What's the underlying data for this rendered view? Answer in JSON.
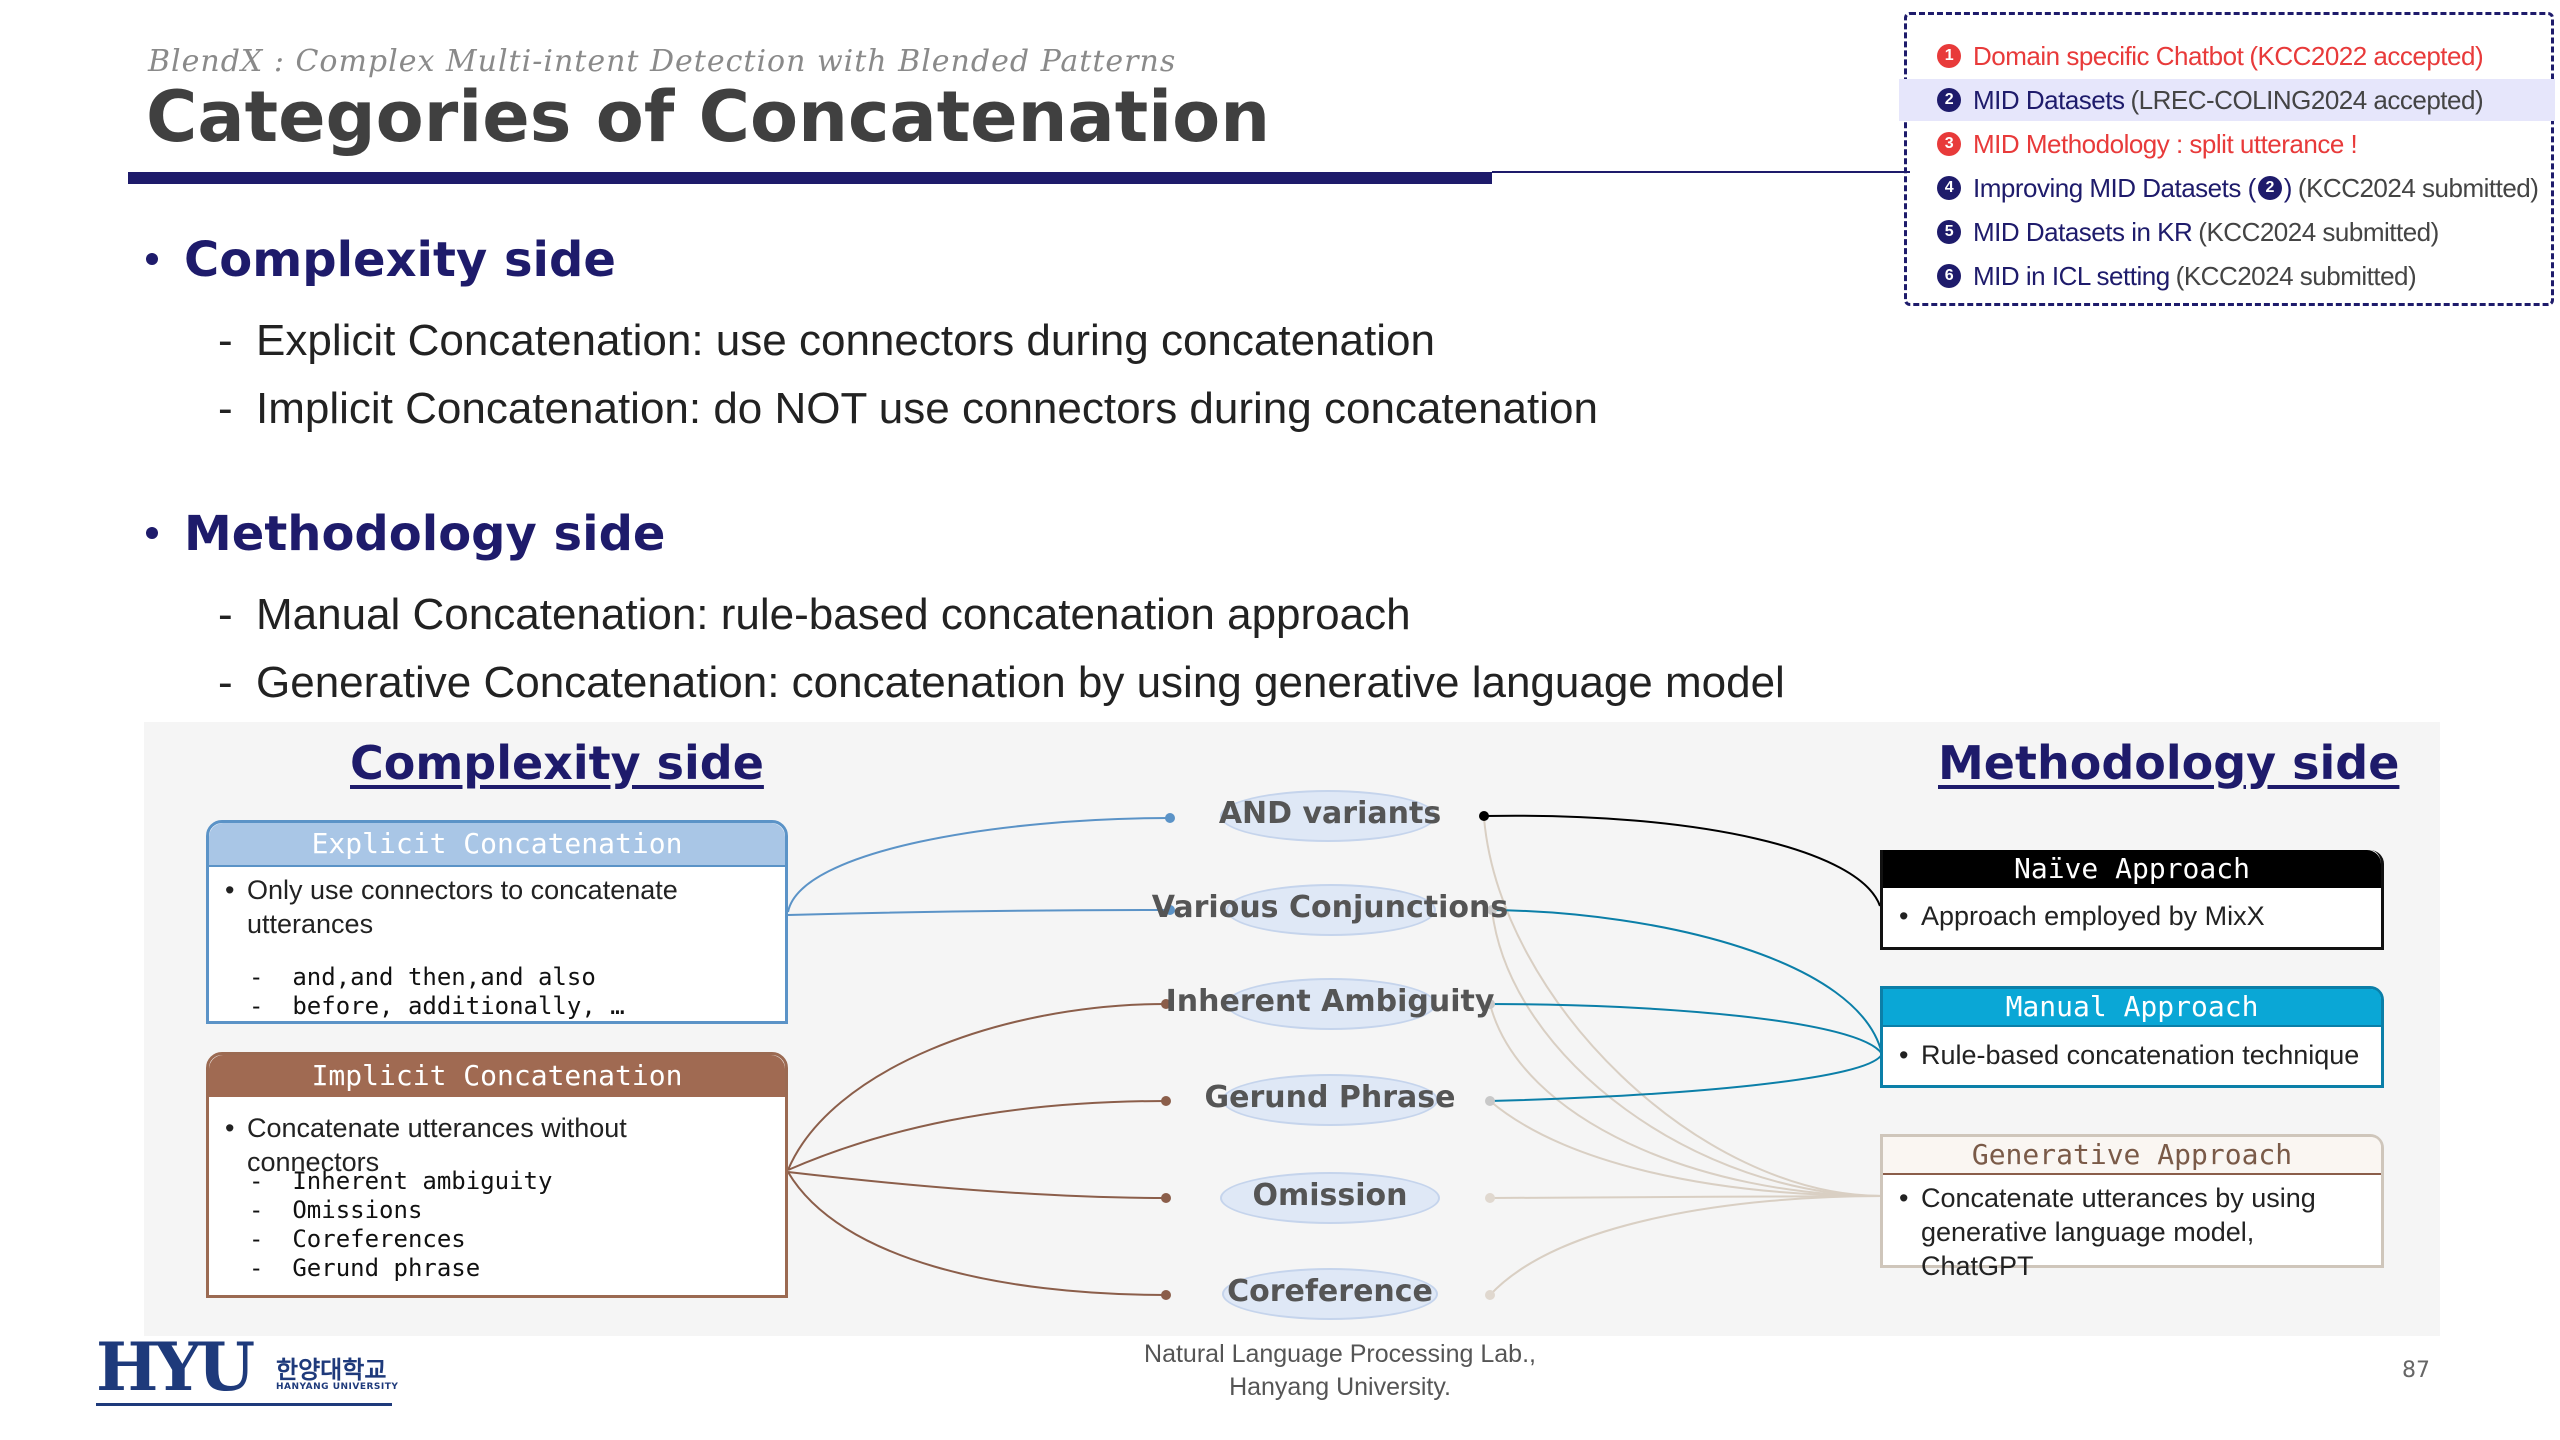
{
  "header": {
    "subtitle": "BlendX : Complex Multi-intent Detection with Blended Patterns",
    "title": "Categories of Concatenation"
  },
  "roadmap": [
    {
      "num": "1",
      "main": "Domain specific Chatbot",
      "note": "(KCC2022 accepted)",
      "style": "red",
      "highlight": false
    },
    {
      "num": "2",
      "main": "MID Datasets",
      "note": "(LREC-COLING2024 accepted)",
      "style": "navy",
      "highlight": true
    },
    {
      "num": "3",
      "main": "MID Methodology : split utterance !",
      "note": "",
      "style": "red",
      "highlight": false
    },
    {
      "num": "4",
      "main": "Improving MID Datasets (",
      "inline_num": "2",
      "main_after": ")",
      "note": "(KCC2024 submitted)",
      "style": "navy",
      "highlight": false
    },
    {
      "num": "5",
      "main": "MID Datasets in KR",
      "note": "(KCC2024 submitted)",
      "style": "navy",
      "highlight": false
    },
    {
      "num": "6",
      "main": "MID in ICL setting",
      "note": "(KCC2024 submitted)",
      "style": "navy",
      "highlight": false
    }
  ],
  "bullets": {
    "complexity": {
      "heading": "Complexity side",
      "items": [
        "Explicit Concatenation: use connectors during concatenation",
        "Implicit Concatenation: do NOT use connectors during concatenation"
      ]
    },
    "methodology": {
      "heading": "Methodology side",
      "items": [
        "Manual Concatenation: rule-based concatenation approach",
        "Generative Concatenation: concatenation by using generative language model"
      ]
    }
  },
  "diagram": {
    "left_title": "Complexity side",
    "right_title": "Methodology side",
    "explicit": {
      "head": "Explicit Concatenation",
      "bullet": "Only use connectors to concatenate utterances",
      "code": [
        "-  and,and then,and also",
        "-  before, additionally, …"
      ]
    },
    "implicit": {
      "head": "Implicit Concatenation",
      "bullet": "Concatenate utterances without connectors",
      "code": [
        "-  Inherent ambiguity",
        "-  Omissions",
        "-  Coreferences",
        "-  Gerund phrase"
      ]
    },
    "patterns": [
      "AND variants",
      "Various Conjunctions",
      "Inherent Ambiguity",
      "Gerund Phrase",
      "Omission",
      "Coreference"
    ],
    "naive": {
      "head": "Naïve Approach",
      "bullet": "Approach employed by MixX"
    },
    "manual": {
      "head": "Manual Approach",
      "bullet": "Rule-based concatenation technique"
    },
    "generative": {
      "head": "Generative Approach",
      "bullet": "Concatenate utterances by using generative language model, ChatGPT"
    },
    "colors": {
      "explicit": "#5b93c7",
      "implicit": "#8b5e4a",
      "naive": "#000000",
      "manual": "#0b7fa8",
      "generative": "#d9cfc3"
    }
  },
  "footer": {
    "lab_line1": "Natural Language Processing Lab.,",
    "lab_line2": "Hanyang University.",
    "page": "87",
    "logo": "HYU",
    "logo_kr": "한양대학교",
    "logo_en": "HANYANG UNIVERSITY"
  }
}
